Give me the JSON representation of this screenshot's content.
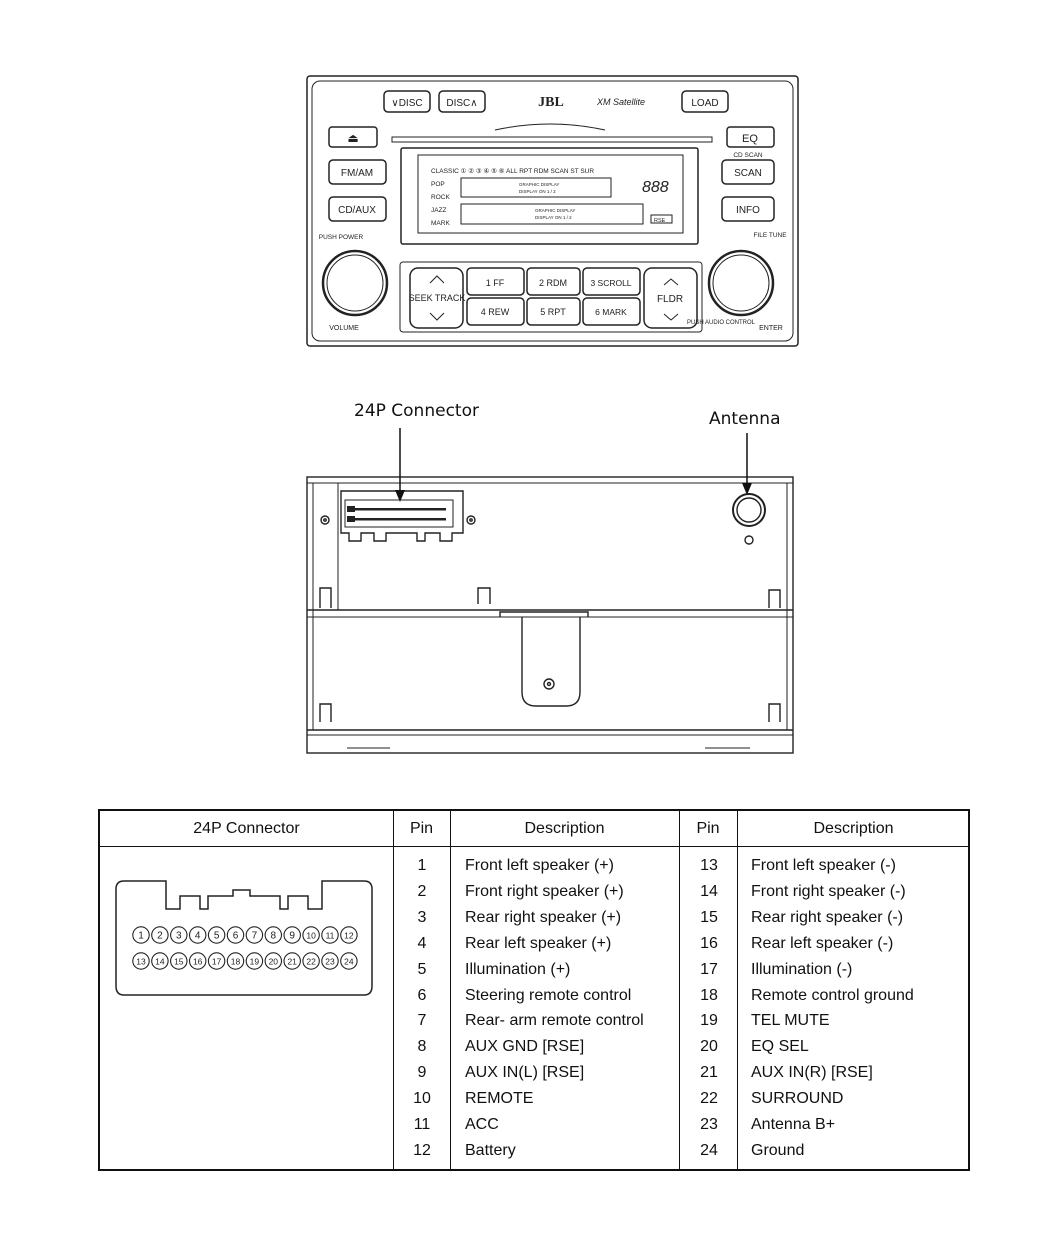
{
  "head_unit": {
    "brand": "JBL",
    "logo_text": "XM Satellite",
    "buttons": {
      "disc_down": "∨DISC",
      "disc_up": "DISC∧",
      "load": "LOAD",
      "eject": "⏏",
      "eq": "EQ",
      "fm_am": "FM/AM",
      "cd_aux": "CD/AUX",
      "scan": "SCAN",
      "info": "INFO",
      "seek_track": "SEEK TRACK",
      "fldr": "FLDR",
      "preset_1": "1  FF",
      "preset_2": "2  RDM",
      "preset_3": "3 SCROLL",
      "preset_4": "4  REW",
      "preset_5": "5  RPT",
      "preset_6": "6 MARK"
    },
    "labels": {
      "cd_scan": "CD SCAN",
      "push_power": "PUSH POWER",
      "volume": "VOLUME",
      "file_tune": "FILE TUNE",
      "push_audio_control": "PUSH AUDIO CONTROL",
      "enter": "ENTER"
    },
    "display": {
      "top_row": "CLASSIC  ① ② ③ ④ ⑤ ⑥  ALL  RPT  RDM  SCAN  ST  SUR",
      "eq_modes": [
        "POP",
        "ROCK",
        "JAZZ",
        "MARK"
      ],
      "text_line": "GRAPHIC DISPLAY",
      "sub_line": "DISPLAY ON 1 / 2",
      "number": "888",
      "rse": "RSE"
    }
  },
  "rear_view": {
    "connector_label": "24P Connector",
    "antenna_label": "Antenna"
  },
  "pin_table": {
    "headers": {
      "connector": "24P Connector",
      "pin": "Pin",
      "description": "Description"
    },
    "connector_pins_top": [
      "1",
      "2",
      "3",
      "4",
      "5",
      "6",
      "7",
      "8",
      "9",
      "10",
      "11",
      "12"
    ],
    "connector_pins_bottom": [
      "13",
      "14",
      "15",
      "16",
      "17",
      "18",
      "19",
      "20",
      "21",
      "22",
      "23",
      "24"
    ],
    "left": [
      {
        "pin": "1",
        "desc": "Front left speaker (+)"
      },
      {
        "pin": "2",
        "desc": "Front right speaker (+)"
      },
      {
        "pin": "3",
        "desc": "Rear right speaker (+)"
      },
      {
        "pin": "4",
        "desc": "Rear left speaker (+)"
      },
      {
        "pin": "5",
        "desc": "Illumination (+)"
      },
      {
        "pin": "6",
        "desc": "Steering remote control"
      },
      {
        "pin": "7",
        "desc": "Rear- arm remote control"
      },
      {
        "pin": "8",
        "desc": "AUX GND [RSE]"
      },
      {
        "pin": "9",
        "desc": "AUX IN(L) [RSE]"
      },
      {
        "pin": "10",
        "desc": "REMOTE"
      },
      {
        "pin": "11",
        "desc": "ACC"
      },
      {
        "pin": "12",
        "desc": "Battery"
      }
    ],
    "right": [
      {
        "pin": "13",
        "desc": "Front left speaker (-)"
      },
      {
        "pin": "14",
        "desc": "Front right speaker (-)"
      },
      {
        "pin": "15",
        "desc": "Rear right speaker (-)"
      },
      {
        "pin": "16",
        "desc": "Rear left speaker (-)"
      },
      {
        "pin": "17",
        "desc": "Illumination (-)"
      },
      {
        "pin": "18",
        "desc": "Remote control ground"
      },
      {
        "pin": "19",
        "desc": "TEL MUTE"
      },
      {
        "pin": "20",
        "desc": "EQ SEL"
      },
      {
        "pin": "21",
        "desc": "AUX IN(R) [RSE]"
      },
      {
        "pin": "22",
        "desc": "SURROUND"
      },
      {
        "pin": "23",
        "desc": "Antenna B+"
      },
      {
        "pin": "24",
        "desc": "Ground"
      }
    ]
  }
}
